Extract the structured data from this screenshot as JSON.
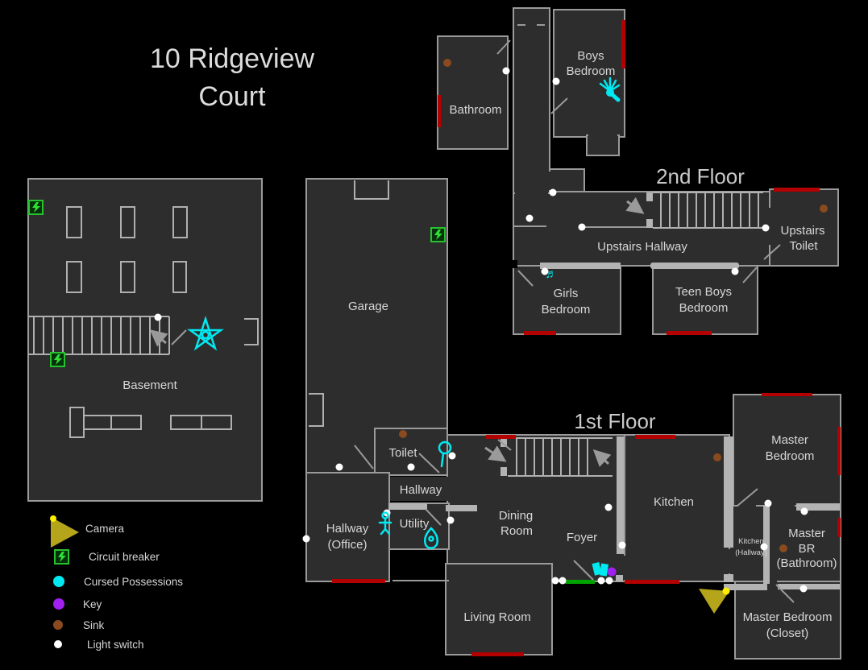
{
  "title": {
    "line1": "10 Ridgeview",
    "line2": "Court"
  },
  "floor_labels": {
    "second": "2nd Floor",
    "first": "1st Floor"
  },
  "rooms": {
    "basement": "Basement",
    "garage": "Garage",
    "bathroom": "Bathroom",
    "boys_bedroom": [
      "Boys",
      "Bedroom"
    ],
    "upstairs_hallway": "Upstairs Hallway",
    "upstairs_toilet": [
      "Upstairs",
      "Toilet"
    ],
    "girls_bedroom": [
      "Girls",
      "Bedroom"
    ],
    "teen_boys_bedroom": [
      "Teen Boys",
      "Bedroom"
    ],
    "toilet": "Toilet",
    "hallway": "Hallway",
    "hallway_office": [
      "Hallway",
      "(Office)"
    ],
    "utility": "Utility",
    "dining_room": [
      "Dining",
      "Room"
    ],
    "foyer": "Foyer",
    "living_room": "Living Room",
    "kitchen": "Kitchen",
    "kitchen_hallway": [
      "Kitchen",
      "(Hallway)"
    ],
    "master_bedroom": [
      "Master",
      "Bedroom"
    ],
    "master_br_bathroom": [
      "Master",
      "BR",
      "(Bathroom)"
    ],
    "master_bedroom_closet": [
      "Master Bedroom",
      "(Closet)"
    ]
  },
  "legend": {
    "camera": "Camera",
    "circuit_breaker": "Circuit breaker",
    "cursed_possessions": "Cursed Possessions",
    "key": "Key",
    "sink": "Sink",
    "light_switch": "Light switch"
  },
  "icons": {
    "music_note": "♬"
  },
  "colors": {
    "background": "#000000",
    "room_fill": "#2d2d2d",
    "wall_gray": "#9a9a9a",
    "thick_wall_gray": "#b3b3b3",
    "window_red": "#b30000",
    "front_door_green": "#00a400",
    "cursed_cyan": "#00e8f0",
    "key_purple": "#a020f0",
    "sink_brown": "#8a4a1f",
    "camera_yellow": "#b5a51b",
    "camera_dot_yellow": "#ffee00",
    "breaker_green": "#27c32f",
    "light_switch_white": "#ffffff",
    "text_gray": "#d6d6d6"
  }
}
